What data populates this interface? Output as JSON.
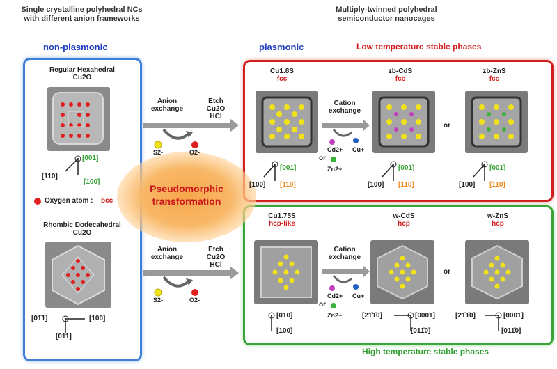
{
  "headers": {
    "left_line1": "Single crystalline polyhedral NCs",
    "left_line2": "with different anion frameworks",
    "right_line1": "Multiply-twinned polyhedral",
    "right_line2": "semiconductor nanocages",
    "non_plasmonic": "non-plasmonic",
    "plasmonic": "plasmonic",
    "low_temp": "Low temperature stable phases",
    "high_temp": "High temperature stable phases"
  },
  "left": {
    "hex_title1": "Regular Hexahedral",
    "hex_title2": "Cu2O",
    "axis_001": "[001]",
    "axis_110": "[110]",
    "axis_100": "[100]",
    "oxygen_label": "Oxygen atom :",
    "oxygen_bcc": "bcc",
    "rd_title1": "Rhombic Dodecahedral",
    "rd_title2": "Cu2O",
    "axis_0m11": "[01̄1]",
    "axis_100b": "[100]",
    "axis_011": "[011]"
  },
  "center": {
    "pseudo_line1": "Pseudomorphic",
    "pseudo_line2": "transformation",
    "anion1": "Anion",
    "exchange1": "exchange",
    "etch1": "Etch",
    "cu2o1": "Cu2O",
    "hcl1": "HCl",
    "s2": "S2-",
    "o2": "O2-",
    "anion2": "Anion",
    "exchange2": "exchange",
    "etch2": "Etch",
    "cu2o2": "Cu2O",
    "hcl2": "HCl",
    "s2b": "S2-",
    "o2b": "O2-"
  },
  "top_row": {
    "cu18s": "Cu1.8S",
    "fcc1": "fcc",
    "zbcds": "zb-CdS",
    "fcc2": "fcc",
    "zbzns": "zb-ZnS",
    "fcc3": "fcc",
    "cation1": "Cation",
    "exchange1": "exchange",
    "cd": "Cd2+",
    "cu": "Cu+",
    "or_a": "or",
    "zn": "Zn2+",
    "or_b": "or",
    "ax001": "[001]",
    "ax100": "[100]",
    "ax110": "[110]"
  },
  "bottom_row": {
    "cu175s": "Cu1.75S",
    "hcp_like": "hcp-like",
    "wcds": "w-CdS",
    "hcp1": "hcp",
    "wzns": "w-ZnS",
    "hcp2": "hcp",
    "cation2": "Cation",
    "exchange2": "exchange",
    "cd": "Cd2+",
    "cu": "Cu+",
    "or_a": "or",
    "zn": "Zn2+",
    "or_b": "or",
    "ax010": "[010]",
    "ax100": "[100]",
    "ax2m1m10": "[21̄1̄0]",
    "ax0001": "[0001]",
    "ax01m10": "[011̄0]"
  },
  "colors": {
    "blue_box": "#3f7fd8",
    "red_box": "#d02020",
    "green_box": "#3aa63a",
    "atom_yellow": "#f2e21a",
    "oxygen_red": "#e02020"
  }
}
